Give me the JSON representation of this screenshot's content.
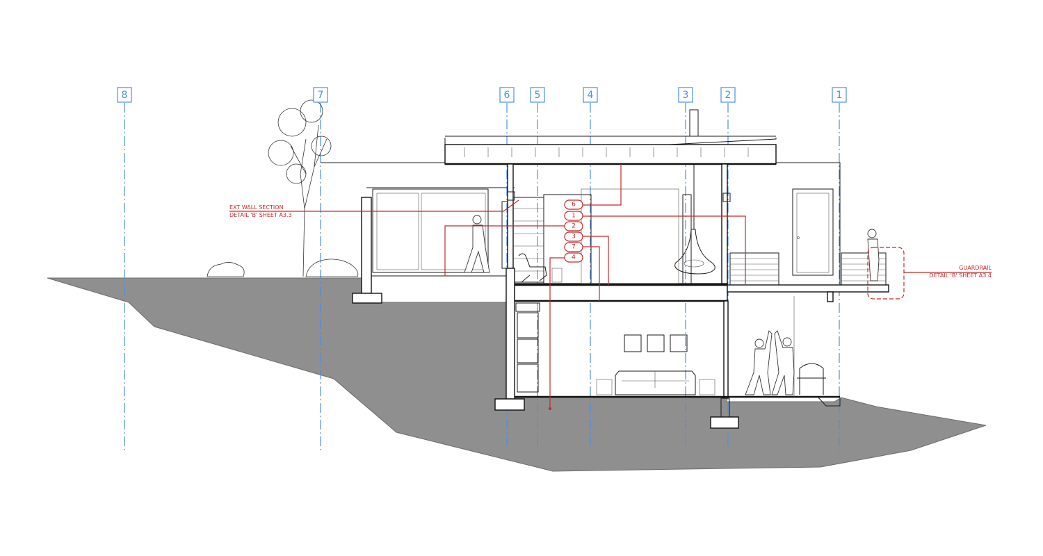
{
  "grid_labels": [
    "8",
    "7",
    "6",
    "5",
    "4",
    "3",
    "2",
    "1"
  ],
  "detail_tags": [
    "6",
    "1",
    "2",
    "3",
    "7",
    "4"
  ],
  "callouts": {
    "ext_wall_line1": "EXT WALL SECTION",
    "ext_wall_line2": "DETAIL 'B' SHEET A3.3",
    "guardrail_line1": "GUARDRAIL",
    "guardrail_line2": "DETAIL 'B' SHEET A3.4"
  },
  "colors": {
    "grid": "#4a90e2",
    "annotation": "#c62828",
    "ground": "#8f8f8f"
  }
}
